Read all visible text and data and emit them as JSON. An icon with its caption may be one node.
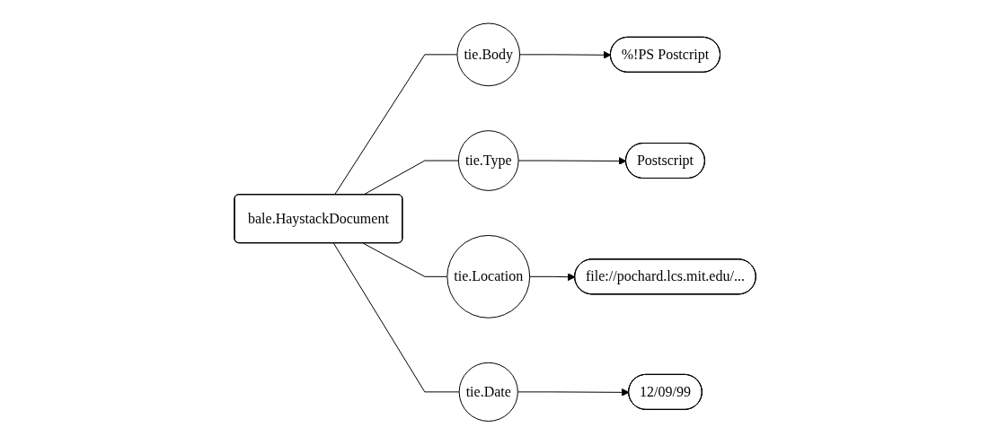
{
  "diagram": {
    "nodes": [
      {
        "text": [
          "bale.HaystackDocument"
        ]
      },
      {
        "text": [
          "tie.Body"
        ]
      },
      {
        "text": [
          "%!PS Postcript"
        ]
      },
      {
        "text": [
          "tie.Type"
        ]
      },
      {
        "text": [
          "Postscript"
        ]
      },
      {
        "text": [
          "tie.Location"
        ]
      },
      {
        "text": [
          "file://pochard.lcs.mit.edu/..."
        ]
      },
      {
        "text": [
          "tie.Date"
        ]
      },
      {
        "text": [
          "12/09/99"
        ]
      }
    ],
    "edges": [
      {
        "from": 0,
        "to": 1,
        "arrow": "none"
      },
      {
        "from": 1,
        "to": 2,
        "arrow": "to"
      },
      {
        "from": 0,
        "to": 3,
        "arrow": "none"
      },
      {
        "from": 3,
        "to": 4,
        "arrow": "to"
      },
      {
        "from": 0,
        "to": 5,
        "arrow": "none"
      },
      {
        "from": 5,
        "to": 6,
        "arrow": "to"
      },
      {
        "from": 0,
        "to": 7,
        "arrow": "none"
      },
      {
        "from": 7,
        "to": 8,
        "arrow": "to"
      }
    ]
  }
}
